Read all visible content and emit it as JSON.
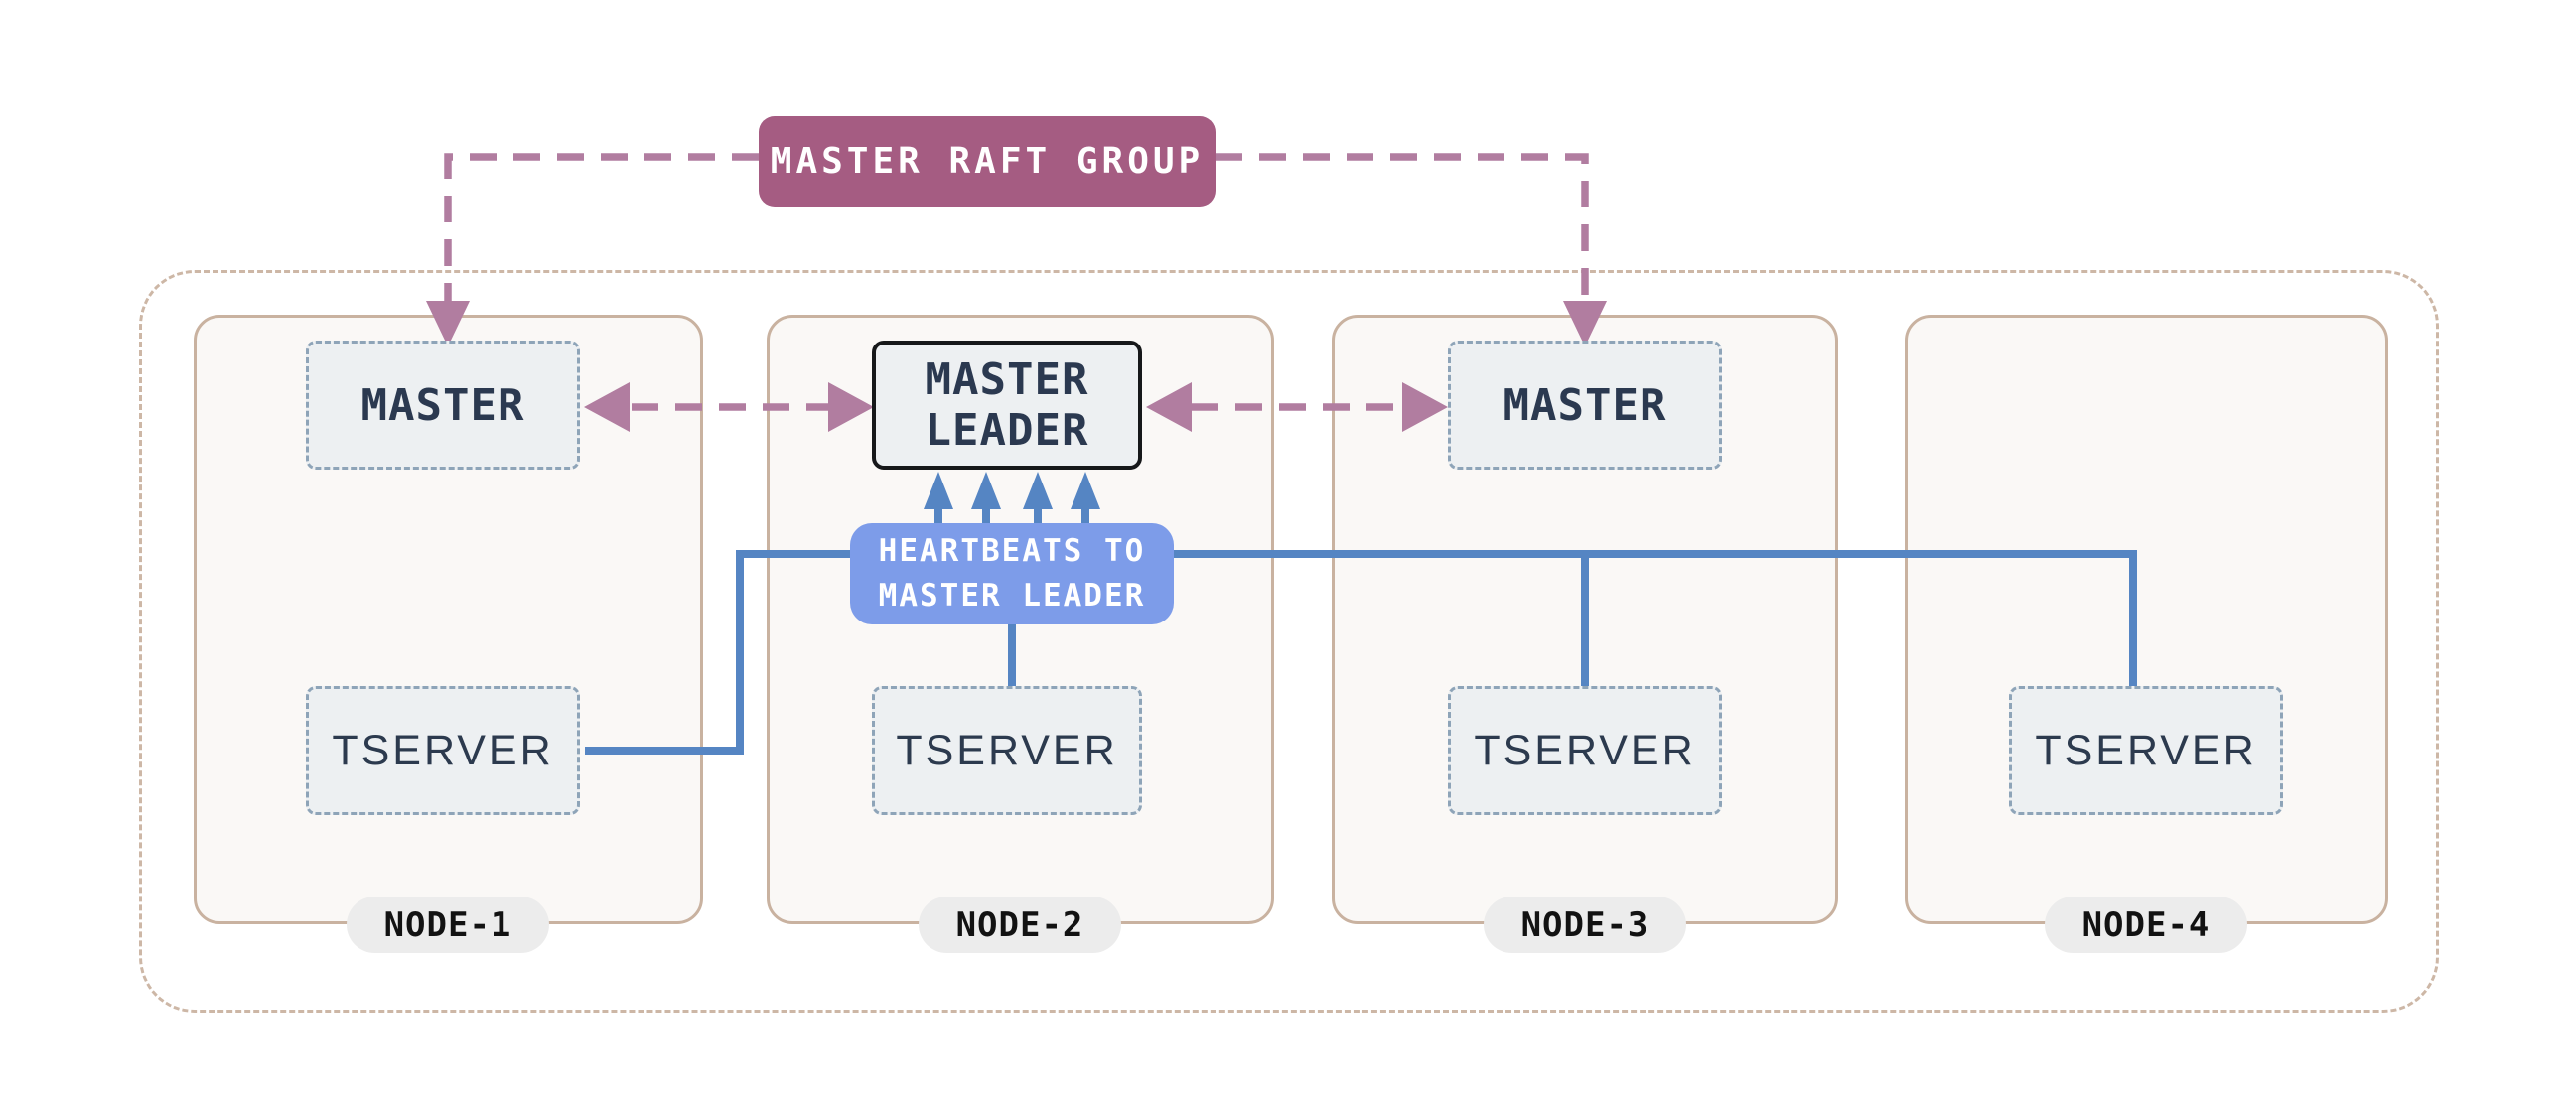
{
  "diagram": {
    "raft_group": {
      "label": "MASTER RAFT GROUP"
    },
    "heartbeats": {
      "line1": "HEARTBEATS TO",
      "line2": "MASTER LEADER"
    },
    "leader": {
      "line1": "MASTER",
      "line2": "LEADER"
    },
    "nodes": [
      {
        "pill": "NODE-1",
        "master": "MASTER",
        "tserver": "TSERVER"
      },
      {
        "pill": "NODE-2",
        "master": "MASTER LEADER",
        "tserver": "TSERVER"
      },
      {
        "pill": "NODE-3",
        "master": "MASTER",
        "tserver": "TSERVER"
      },
      {
        "pill": "NODE-4",
        "tserver": "TSERVER"
      }
    ]
  },
  "colors": {
    "mauve_box": "#a55c82",
    "mauve_line": "#b17da0",
    "blue_line": "#5585c3",
    "blue_box": "#7d9ce9",
    "tan_border": "#c9b2a0",
    "outer_border": "#cdb7a6",
    "node_fill": "#faf8f6",
    "entity_fill": "#edf0f2",
    "entity_border": "#8ea4b8",
    "leader_border": "#16181a",
    "dark_text": "#2b3950",
    "pill_fill": "#ececec",
    "pill_text": "#121212",
    "page_bg": "#ffffff"
  }
}
